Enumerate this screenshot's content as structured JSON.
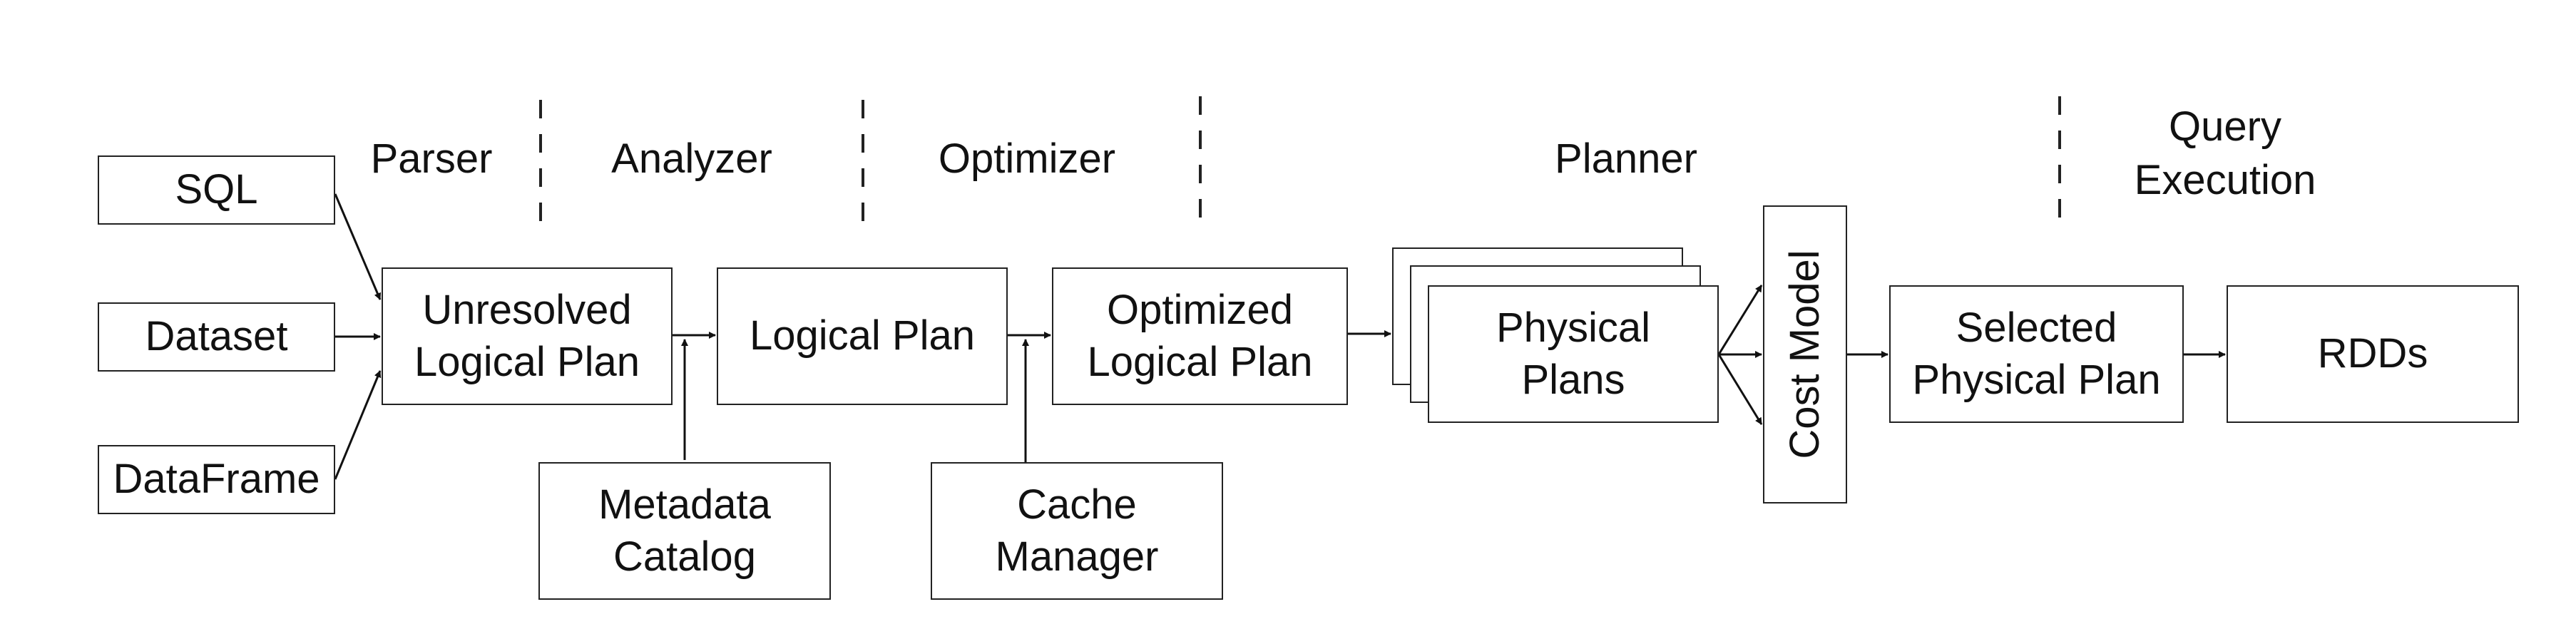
{
  "stages": {
    "parser": "Parser",
    "analyzer": "Analyzer",
    "optimizer": "Optimizer",
    "planner": "Planner",
    "query_execution": [
      "Query",
      "Execution"
    ]
  },
  "inputs": {
    "sql": "SQL",
    "dataset": "Dataset",
    "dataframe": "DataFrame"
  },
  "nodes": {
    "unresolved_logical_plan": [
      "Unresolved",
      "Logical Plan"
    ],
    "logical_plan": "Logical Plan",
    "optimized_logical_plan": [
      "Optimized",
      "Logical Plan"
    ],
    "physical_plans": [
      "Physical",
      "Plans"
    ],
    "cost_model": "Cost Model",
    "selected_physical_plan": [
      "Selected",
      "Physical Plan"
    ],
    "rdds": "RDDs",
    "metadata_catalog": [
      "Metadata",
      "Catalog"
    ],
    "cache_manager": [
      "Cache",
      "Manager"
    ]
  }
}
